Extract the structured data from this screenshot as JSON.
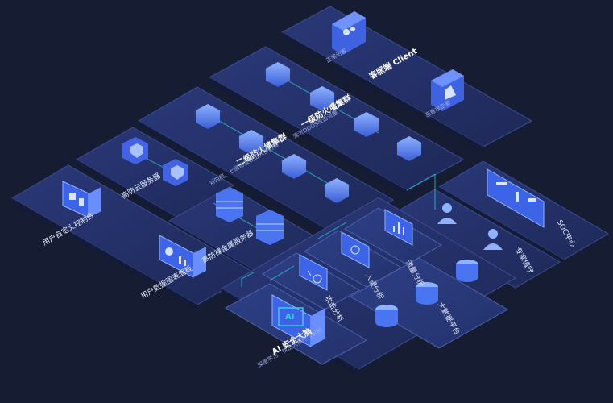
{
  "client": {
    "title": "客服端 Client",
    "normal_access": "正常访客",
    "malicious_attack": "恶意攻击者"
  },
  "firewall1": {
    "title": "一级防火墙集群",
    "subtitle": "清洗DDOS攻击流量"
  },
  "firewall2": {
    "title": "二级防火墙集群",
    "subtitle": "对四层、七层协议攻击入侵防御"
  },
  "cloud": {
    "title": "高防云服务器"
  },
  "metal": {
    "title": "高防裸金属服务器"
  },
  "user_console": {
    "title": "用户自定义控制台"
  },
  "user_dashboard": {
    "title": "用户数据图表面板"
  },
  "analysis": {
    "traffic": "流量分析",
    "intrusion": "入侵分析",
    "attack": "攻击分析"
  },
  "ai_brain": {
    "title": "AI 安全大脑",
    "subtitle": "深度学习、找出入侵行为识别",
    "badge": "AI"
  },
  "bigdata": {
    "title": "大数据平台"
  },
  "soc": {
    "title": "SOC中心",
    "experts": "专家值守"
  },
  "colors": {
    "background": "#161d33",
    "panel": "#26336a",
    "accent": "#2fd3e6",
    "icon_blue": "#5a7dff"
  }
}
